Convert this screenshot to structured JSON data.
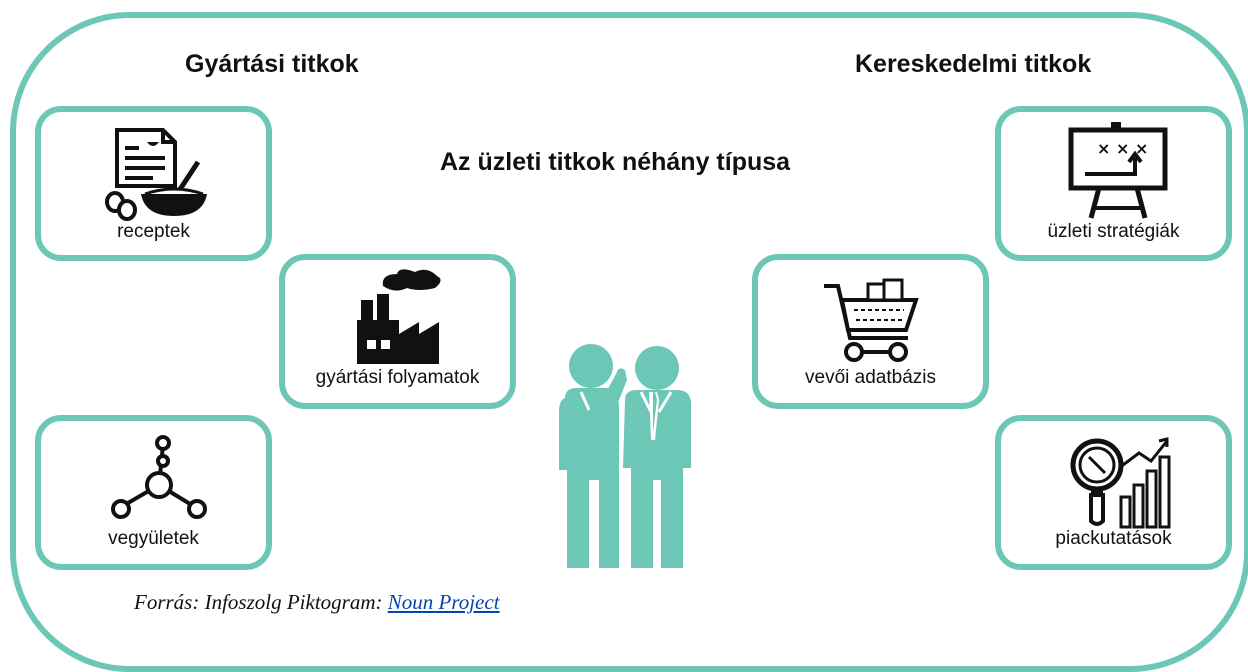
{
  "headings": {
    "left": "Gyártási titkok",
    "right": "Kereskedelmi titkok"
  },
  "title": "Az üzleti titkok néhány típusa",
  "cards": {
    "receptek": "receptek",
    "gyartasi_folyamatok": "gyártási folyamatok",
    "vegyuletek": "vegyületek",
    "uzleti_strategiak": "üzleti stratégiák",
    "vevoi_adatbazis": "vevői adatbázis",
    "piackutatasok": "piackutatások"
  },
  "source": {
    "prefix": "Forrás: Infoszolg Piktogram: ",
    "link_text": "Noun Project"
  },
  "colors": {
    "accent": "#6dc7b6",
    "text": "#111111",
    "link": "#0645ad"
  },
  "icons": [
    "recipe-icon",
    "factory-icon",
    "molecule-icon",
    "strategy-board-icon",
    "shopping-cart-icon",
    "market-research-icon",
    "business-people-icon"
  ]
}
